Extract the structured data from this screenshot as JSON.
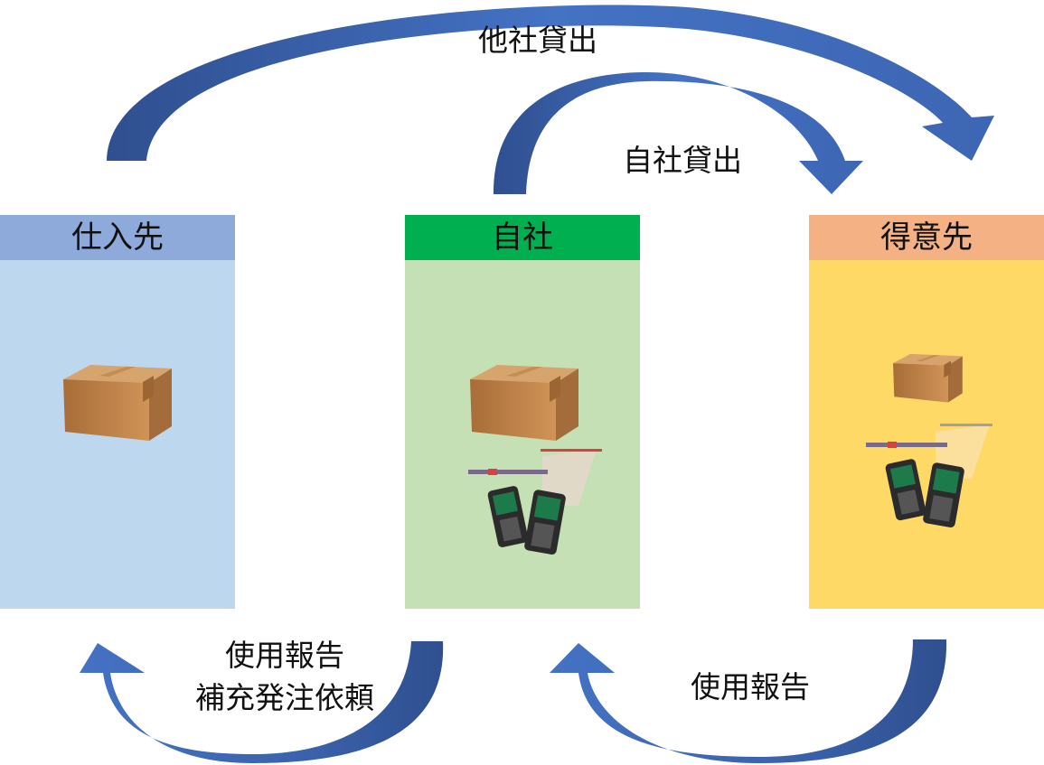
{
  "parties": [
    {
      "name": "仕入先",
      "header_color": "#8eaadb",
      "body_color": "#bdd7ee"
    },
    {
      "name": "自社",
      "header_color": "#00b050",
      "body_color": "#c5e0b4"
    },
    {
      "name": "得意先",
      "header_color": "#f4b183",
      "body_color": "#ffd966"
    }
  ],
  "flows": {
    "other_rental": "他社貸出",
    "own_rental": "自社貸出",
    "usage_report_left_line1": "使用報告",
    "usage_report_left_line2": "補充発注依頼",
    "usage_report_right": "使用報告"
  },
  "colors": {
    "arrow_light": "#4472c4",
    "arrow_dark": "#2f4f8f",
    "box_tan": "#c98f55",
    "scanner_dark": "#2b2b2b",
    "barcode_red": "#d94040"
  },
  "icons": [
    "cardboard-box-icon",
    "handheld-scanner-icon"
  ]
}
